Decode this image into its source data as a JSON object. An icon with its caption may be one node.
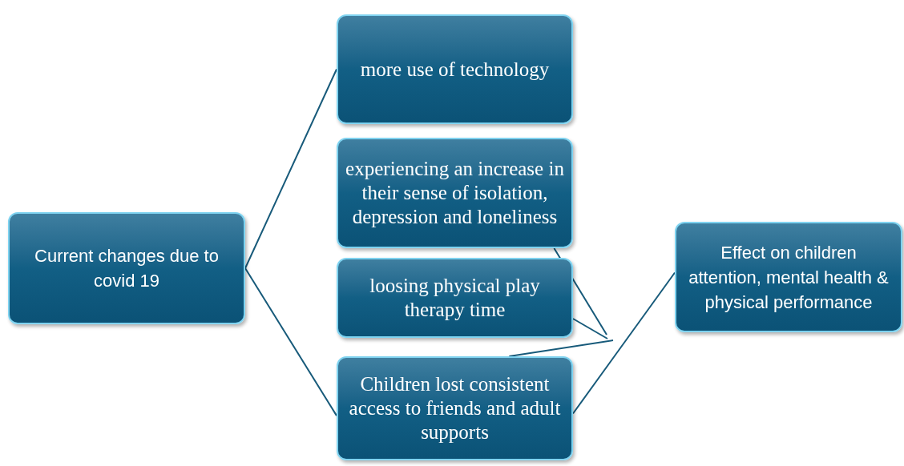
{
  "diagram": {
    "nodes": [
      {
        "text": [
          "Current changes due to covid 19"
        ]
      },
      {
        "text": [
          "more use of technology"
        ]
      },
      {
        "text": [
          "experiencing an increase in their sense of isolation, depression and loneliness"
        ]
      },
      {
        "text": [
          "loosing physical play therapy time"
        ]
      },
      {
        "text": [
          "Children lost consistent access to friends and adult supports"
        ]
      },
      {
        "text": [
          "Effect on children attention, mental health & physical performance"
        ]
      }
    ],
    "edges": [
      {
        "from": 0,
        "to": 1,
        "arrow": "none"
      },
      {
        "from": 0,
        "to": 4,
        "arrow": "none"
      },
      {
        "from": 4,
        "to": 5,
        "arrow": "none"
      },
      {
        "from": 2,
        "to": null,
        "arrow": "none"
      },
      {
        "from": 3,
        "to": null,
        "arrow": "none"
      },
      {
        "from": 4,
        "to": null,
        "arrow": "none"
      }
    ]
  }
}
